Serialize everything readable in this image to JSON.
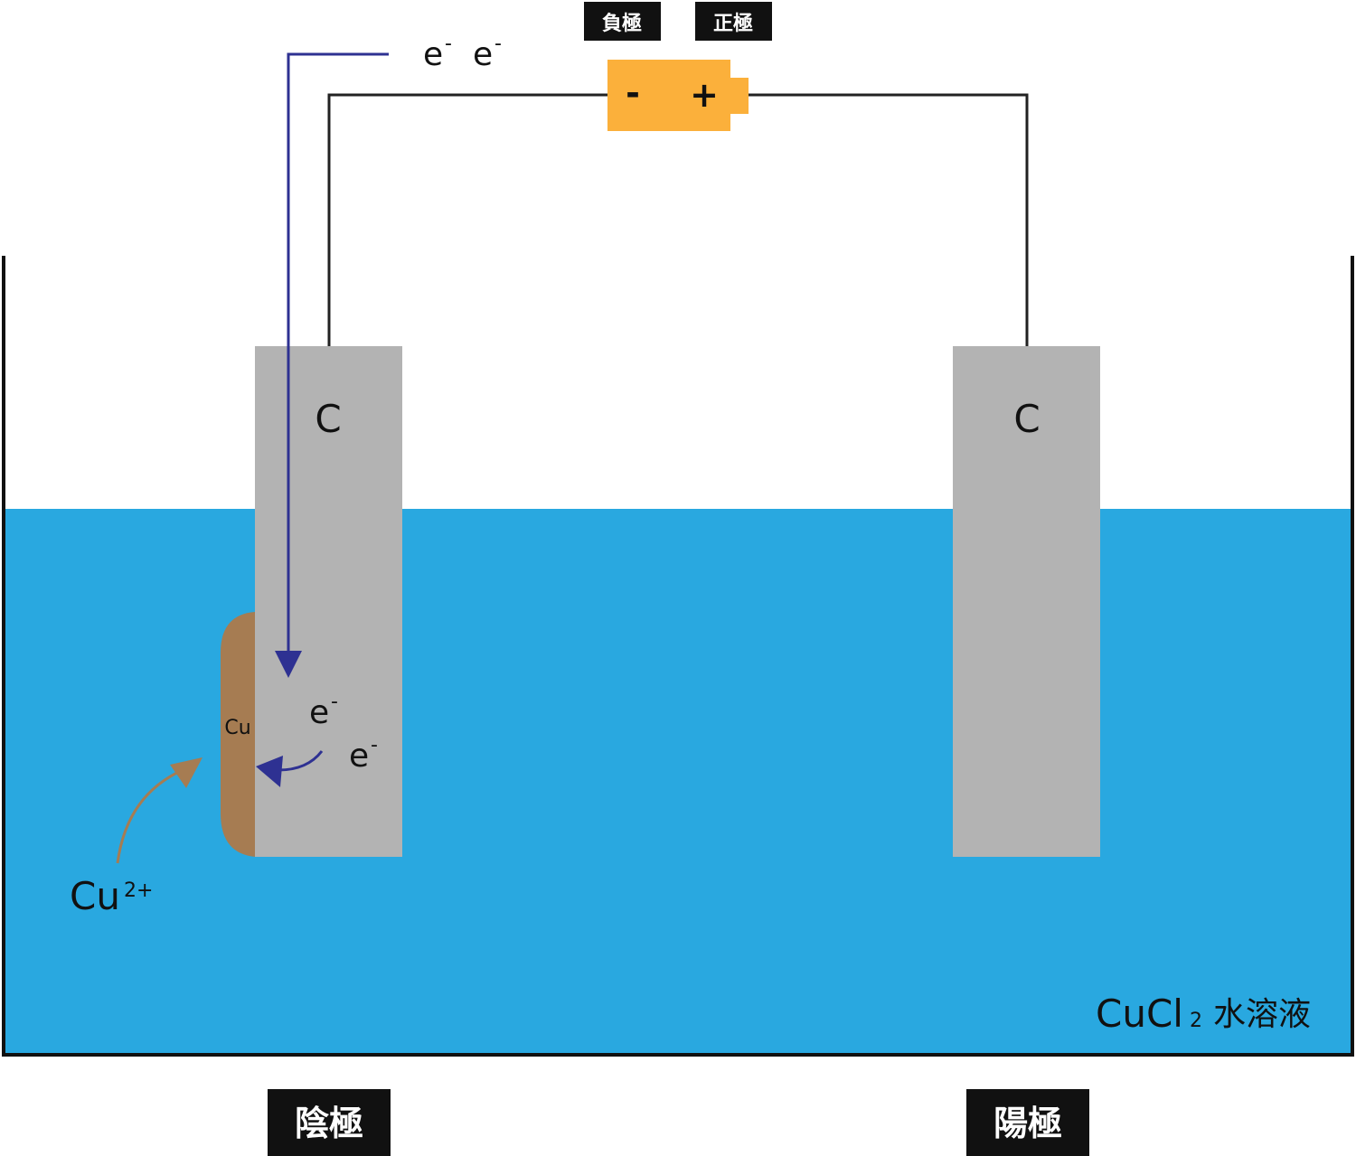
{
  "battery": {
    "negative_terminal_label": "負極",
    "positive_terminal_label": "正極",
    "minus_sign": "-",
    "plus_sign": "+"
  },
  "electrons": {
    "top_1": "e",
    "top_2": "e",
    "mid_1": "e",
    "mid_2": "e",
    "superscript": "-"
  },
  "electrodes": {
    "left_material": "C",
    "right_material": "C",
    "cathode_label": "陰極",
    "anode_label": "陽極"
  },
  "deposit": {
    "label": "Cu"
  },
  "ion": {
    "base": "Cu",
    "charge": "2+"
  },
  "solution": {
    "formula_base": "CuCl",
    "formula_subscript": "2",
    "name": "水溶液"
  },
  "colors": {
    "solution": "#29a8e0",
    "electrode": "#b3b3b3",
    "copper": "#a67c52",
    "battery": "#fbb03b",
    "electron_arrow": "#2e3192",
    "wire": "#222222"
  }
}
